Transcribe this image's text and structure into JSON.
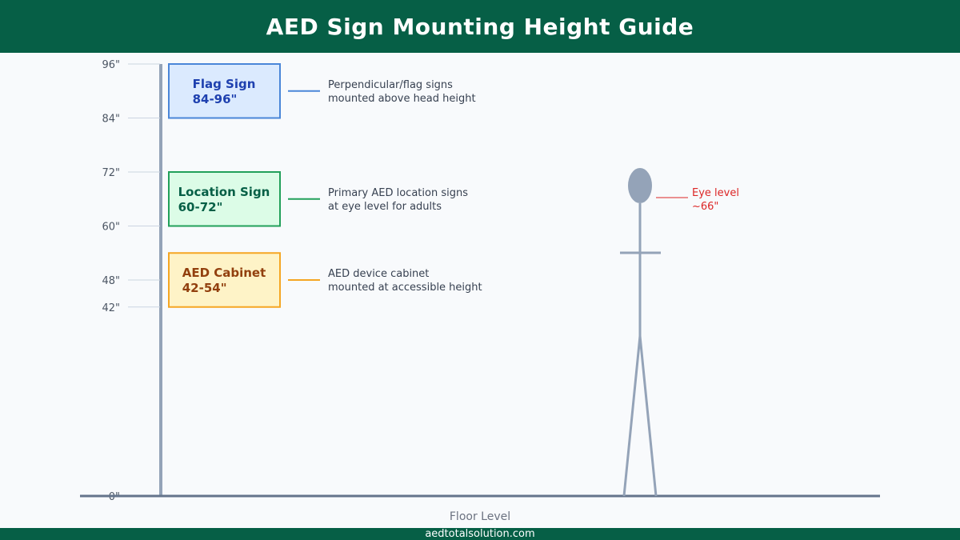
{
  "header": {
    "title": "AED Sign Mounting Height Guide"
  },
  "footer": {
    "text": "aedtotalsolution.com"
  },
  "scale": {
    "ticks": [
      {
        "value": 96,
        "label": "96\""
      },
      {
        "value": 84,
        "label": "84\""
      },
      {
        "value": 72,
        "label": "72\""
      },
      {
        "value": 60,
        "label": "60\""
      },
      {
        "value": 48,
        "label": "48\""
      },
      {
        "value": 42,
        "label": "42\""
      },
      {
        "value": 0,
        "label": "0\""
      }
    ]
  },
  "signs": [
    {
      "id": "flag-sign",
      "name": "Flag Sign",
      "range": "84-96\"",
      "min": 84,
      "max": 96,
      "desc_line1": "Perpendicular/flag signs",
      "desc_line2": "mounted above head height",
      "fill": "#dbeafe",
      "stroke": "#4a86d8",
      "text_color": "#1e40af"
    },
    {
      "id": "location-sign",
      "name": "Location Sign",
      "range": "60-72\"",
      "min": 60,
      "max": 72,
      "desc_line1": "Primary AED location signs",
      "desc_line2": "at eye level for adults",
      "fill": "#dcfce7",
      "stroke": "#22a05a",
      "text_color": "#065f46"
    },
    {
      "id": "aed-cabinet",
      "name": "AED Cabinet",
      "range": "42-54\"",
      "min": 42,
      "max": 54,
      "desc_line1": "AED device cabinet",
      "desc_line2": "mounted at accessible height",
      "fill": "#fef3c7",
      "stroke": "#f5a623",
      "text_color": "#92400e"
    }
  ],
  "person": {
    "eye_level_label": "Eye level",
    "eye_level_value": "~66\"",
    "eye_level_inches": 66,
    "color": "#94a3b8",
    "accent": "#dc2626"
  },
  "floor_label": "Floor Level",
  "colors": {
    "brand": "#065f46",
    "axis": "#94a3b8",
    "floor_line": "#64748b"
  }
}
